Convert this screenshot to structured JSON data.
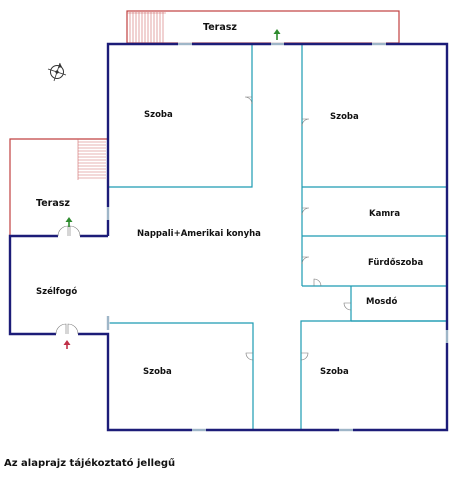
{
  "rooms": {
    "terasz_top": "Terasz",
    "terasz_left": "Terasz",
    "szoba_top_left": "Szoba",
    "szoba_top_right": "Szoba",
    "kamra": "Kamra",
    "nappali": "Nappali+Amerikai konyha",
    "furdoszoba": "Fürdőszoba",
    "mosdo": "Mosdó",
    "szelfogo": "Szélfogó",
    "szoba_bottom_left": "Szoba",
    "szoba_bottom_right": "Szoba"
  },
  "note": "Az alaprajz tájékoztató jellegű",
  "icons": [
    "compass-icon",
    "entrance-arrow-icon",
    "terrace-arrow-icon",
    "window-mark-icon"
  ],
  "colors": {
    "outer_wall": "#1c1c78",
    "inner_wall": "#1c9bb2",
    "terrace_outline": "#c04040",
    "entrance_arrow": "#c03048",
    "terrace_arrow": "#2e8b2e"
  }
}
